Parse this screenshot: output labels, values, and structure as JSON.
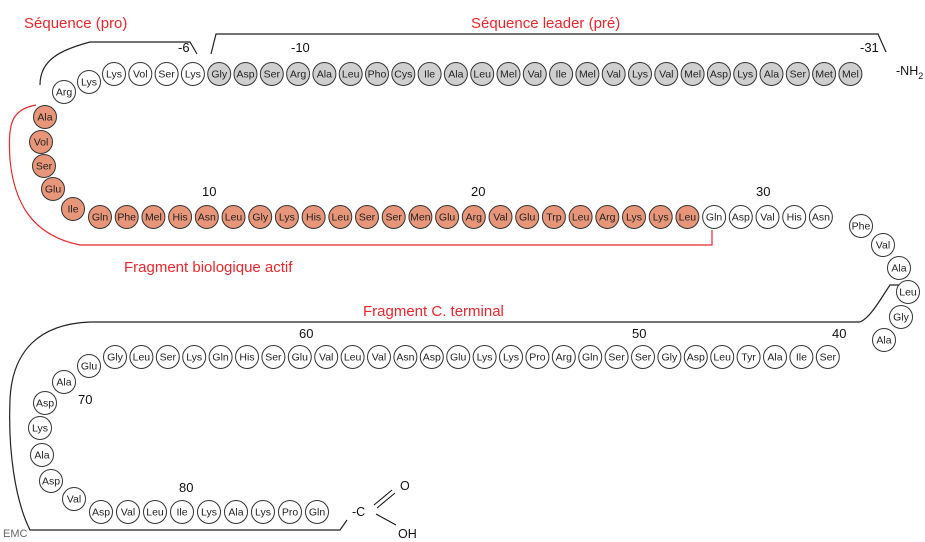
{
  "labels": {
    "pro": "Séquence (pro)",
    "leader": "Séquence leader (pré)",
    "fragment_actif": "Fragment biologique actif",
    "fragment_c": "Fragment C. terminal",
    "nh2_left": "-NH",
    "nh2_sub": "2",
    "cooh_c": "-C",
    "cooh_o": "O",
    "cooh_oh": "OH",
    "watermark": "EMC"
  },
  "colors": {
    "leader_fill": "#cfcfcf",
    "active_fill": "#e8967a",
    "plain_fill": "#ffffff",
    "accent_red": "#e8262d"
  },
  "legend_fill_by_region": {
    "leader": "leader_fill",
    "active": "active_fill",
    "none": "plain_fill"
  },
  "rows": {
    "row1": [
      "Arg",
      "Lys",
      "Lys",
      "Vol",
      "Ser",
      "Lys",
      "Gly",
      "Asp",
      "Ser",
      "Arg",
      "Ala",
      "Leu",
      "Pho",
      "Cys",
      "Ile",
      "Ala",
      "Leu",
      "Mel",
      "Val",
      "Ile",
      "Mel",
      "Val",
      "Lys",
      "Val",
      "Mel",
      "Asp",
      "Lys",
      "Ala",
      "Ser",
      "Met",
      "Mel"
    ],
    "row1_fill": [
      "none",
      "none",
      "none",
      "none",
      "none",
      "none",
      "leader",
      "leader",
      "leader",
      "leader",
      "leader",
      "leader",
      "leader",
      "leader",
      "leader",
      "leader",
      "leader",
      "leader",
      "leader",
      "leader",
      "leader",
      "leader",
      "leader",
      "leader",
      "leader",
      "leader",
      "leader",
      "leader",
      "leader",
      "leader",
      "leader"
    ],
    "left_down": [
      "Ala",
      "Vol",
      "Ser",
      "Glu",
      "Ile"
    ],
    "row2": [
      "Gln",
      "Phe",
      "Mel",
      "His",
      "Asn",
      "Leu",
      "Gly",
      "Lys",
      "His",
      "Leu",
      "Ser",
      "Ser",
      "Men",
      "Glu",
      "Arg",
      "Val",
      "Glu",
      "Trp",
      "Leu",
      "Arg",
      "Lys",
      "Lys",
      "Leu",
      "Gln",
      "Asp",
      "Val",
      "His",
      "Asn"
    ],
    "row2_fill": [
      "active",
      "active",
      "active",
      "active",
      "active",
      "active",
      "active",
      "active",
      "active",
      "active",
      "active",
      "active",
      "active",
      "active",
      "active",
      "active",
      "active",
      "active",
      "active",
      "active",
      "active",
      "active",
      "active",
      "none",
      "none",
      "none",
      "none",
      "none"
    ],
    "right_down": [
      "Phe",
      "Val",
      "Ala",
      "Leu",
      "Gly",
      "Ala"
    ],
    "row3": [
      "Glu",
      "Gly",
      "Leu",
      "Ser",
      "Lys",
      "Gln",
      "His",
      "Ser",
      "Glu",
      "Val",
      "Leu",
      "Val",
      "Asn",
      "Asp",
      "Glu",
      "Lys",
      "Lys",
      "Pro",
      "Arg",
      "Gln",
      "Ser",
      "Ser",
      "Gly",
      "Asp",
      "Leu",
      "Tyr",
      "Ala",
      "Ile",
      "Ser"
    ],
    "left_down2": [
      "Ala",
      "Asp",
      "Lys",
      "Ala",
      "Asp"
    ],
    "row4": [
      "Val",
      "Asp",
      "Val",
      "Leu",
      "Ile",
      "Lys",
      "Ala",
      "Lys",
      "Pro",
      "Gln"
    ]
  },
  "ticks": {
    "t_minus6": "-6",
    "t_minus10": "-10",
    "t_minus31": "-31",
    "t10": "10",
    "t20": "20",
    "t30": "30",
    "t40": "40",
    "t50": "50",
    "t60": "60",
    "t70": "70",
    "t80": "80"
  }
}
